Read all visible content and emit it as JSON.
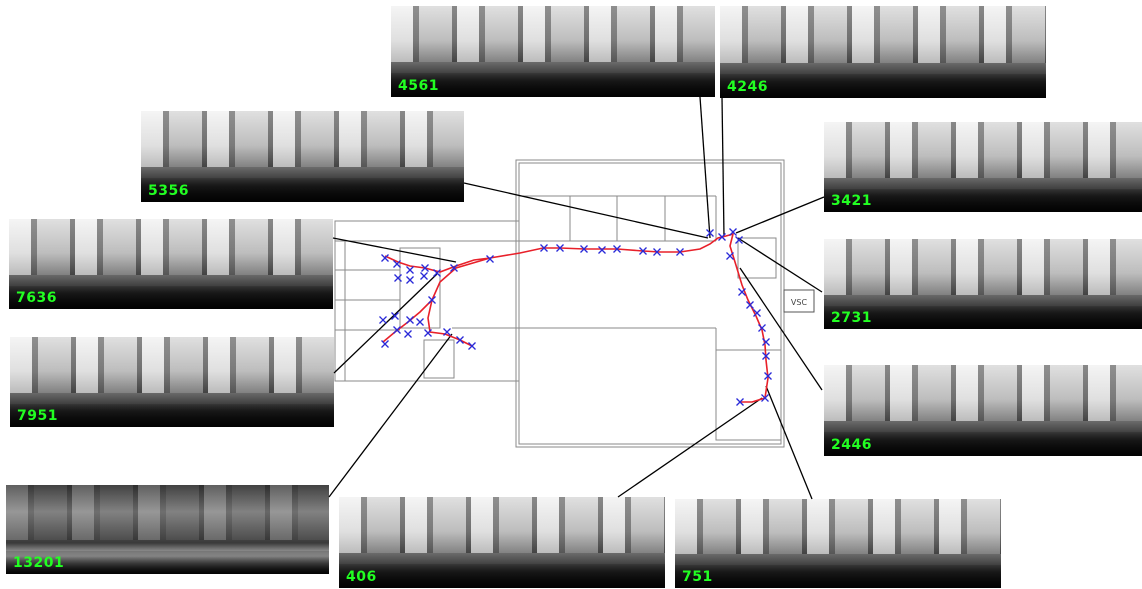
{
  "frames": [
    {
      "id": "4561"
    },
    {
      "id": "4246"
    },
    {
      "id": "5356"
    },
    {
      "id": "3421"
    },
    {
      "id": "7636"
    },
    {
      "id": "2731"
    },
    {
      "id": "7951"
    },
    {
      "id": "2446"
    },
    {
      "id": "13201"
    },
    {
      "id": "406"
    },
    {
      "id": "751"
    }
  ],
  "floorplan": {
    "room_label": "VSC"
  },
  "colors": {
    "frame_label": "#22ff22",
    "trajectory": "#e8202a",
    "marker": "#2a2ad8",
    "connector": "#000000",
    "wall": "#8a8a8a"
  }
}
